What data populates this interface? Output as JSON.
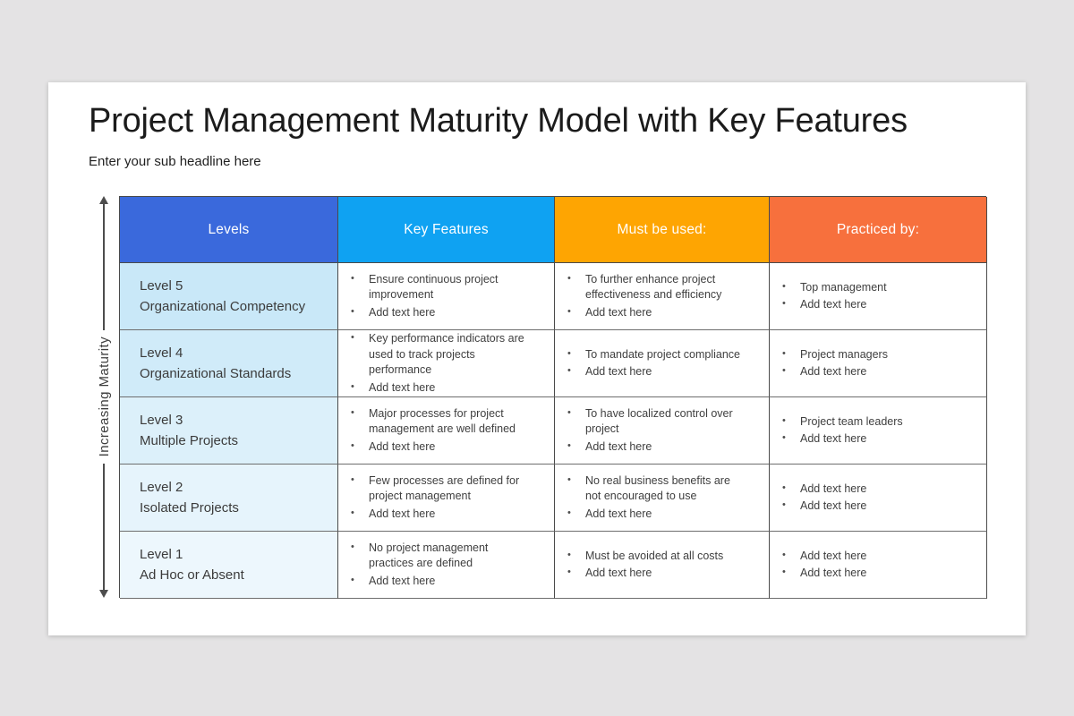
{
  "page": {
    "canvas_bg": "#e4e3e4",
    "title": "Project Management Maturity Model with Key Features",
    "subtitle": "Enter your sub headline here"
  },
  "axis": {
    "label": "Increasing Maturity",
    "color": "#4d4d4d"
  },
  "table": {
    "headers": [
      {
        "label": "Levels",
        "color": "#3a69dc"
      },
      {
        "label": "Key Features",
        "color": "#0fa2f2"
      },
      {
        "label": "Must be used:",
        "color": "#fea502"
      },
      {
        "label": "Practiced by:",
        "color": "#f7703d"
      }
    ],
    "rows": [
      {
        "level": "Level 5",
        "name": "Organizational Competency",
        "level_bg": "#c9e8f8",
        "key_features": [
          "Ensure continuous project improvement",
          "Add text here"
        ],
        "must_be_used": [
          "To further enhance project effectiveness and efficiency",
          "Add text here"
        ],
        "practiced_by": [
          "Top management",
          "Add text here"
        ]
      },
      {
        "level": "Level 4",
        "name": "Organizational Standards",
        "level_bg": "#d0ebf9",
        "key_features": [
          "Key performance indicators are used to track projects performance",
          "Add text here"
        ],
        "must_be_used": [
          "To mandate project compliance",
          "Add text here"
        ],
        "practiced_by": [
          "Project managers",
          "Add text here"
        ]
      },
      {
        "level": "Level 3",
        "name": "Multiple Projects",
        "level_bg": "#dcf0fa",
        "key_features": [
          "Major processes for project management are well defined",
          "Add text here"
        ],
        "must_be_used": [
          "To have localized control over project",
          "Add text here"
        ],
        "practiced_by": [
          "Project team leaders",
          "Add text here"
        ]
      },
      {
        "level": "Level 2",
        "name": "Isolated Projects",
        "level_bg": "#e6f4fc",
        "key_features": [
          "Few processes are defined for project management",
          "Add text here"
        ],
        "must_be_used": [
          "No real business benefits are not encouraged to use",
          "Add text here"
        ],
        "practiced_by": [
          "Add text here",
          "Add text here"
        ]
      },
      {
        "level": "Level 1",
        "name": "Ad Hoc or Absent",
        "level_bg": "#edf7fd",
        "key_features": [
          "No project management practices are defined",
          "Add text here"
        ],
        "must_be_used": [
          "Must be avoided at all costs",
          "Add text here"
        ],
        "practiced_by": [
          "Add text here",
          "Add text here"
        ]
      }
    ]
  }
}
